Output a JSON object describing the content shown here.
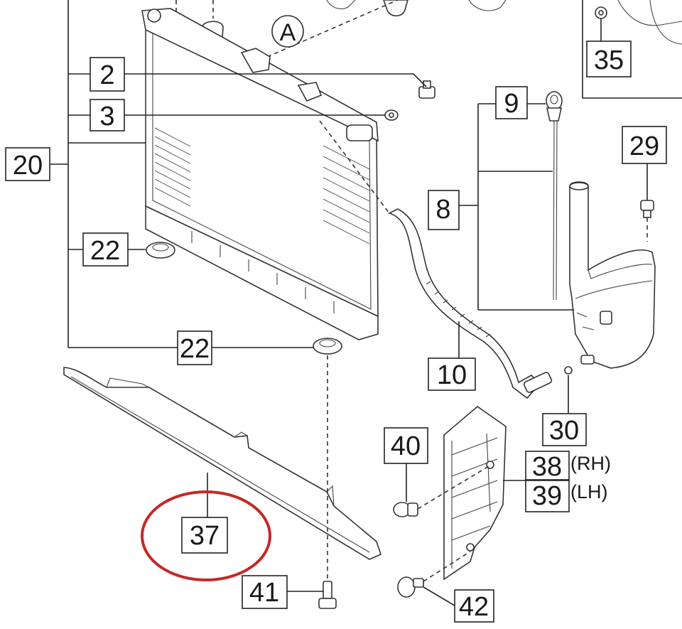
{
  "callouts": {
    "c2": "2",
    "c3": "3",
    "c8": "8",
    "c9": "9",
    "c10": "10",
    "c20": "20",
    "c22a": "22",
    "c22b": "22",
    "c29": "29",
    "c30": "30",
    "c35": "35",
    "c37": "37",
    "c38": "38",
    "c39": "39",
    "c40": "40",
    "c41": "41",
    "c42": "42"
  },
  "side_labels": {
    "rh": "(RH)",
    "lh": "(LH)"
  },
  "view_marker": "A",
  "highlight_color": "#c62828"
}
